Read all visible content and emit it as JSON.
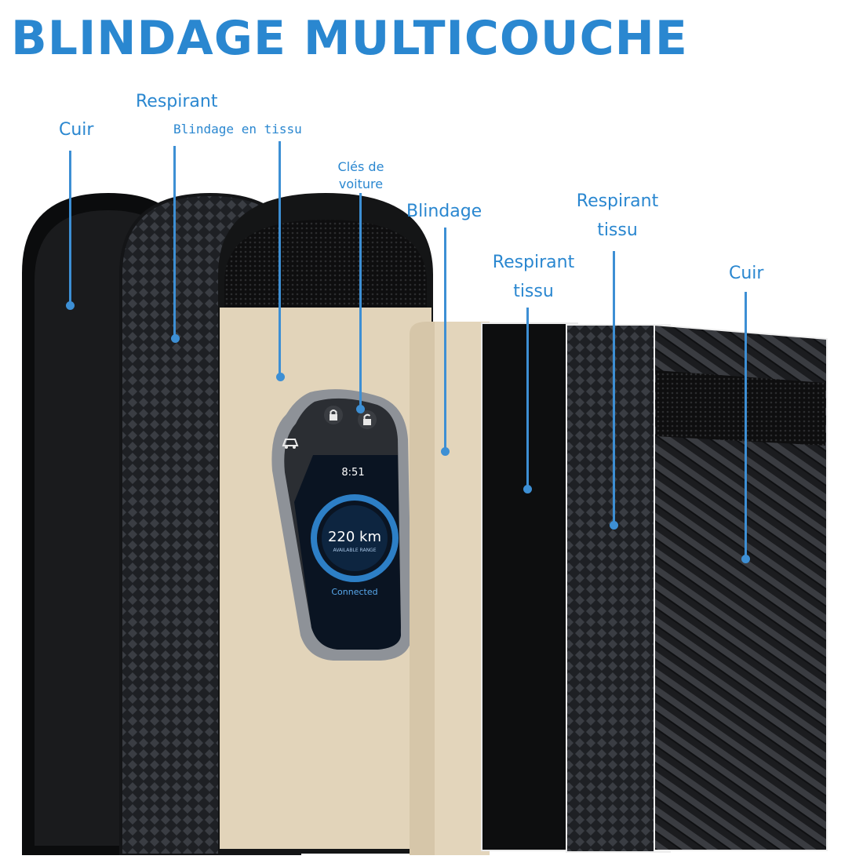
{
  "title": "BLINDAGE MULTICOUCHE",
  "labels": {
    "cuir_1": "Cuir",
    "respirant_1": "Respirant",
    "blindage_tissu": "Blindage en tissu",
    "cles_line1": "Clés de",
    "cles_line2": "voiture",
    "blindage": "Blindage",
    "respirant_tissu_1_line1": "Respirant",
    "respirant_tissu_1_line2": "tissu",
    "respirant_tissu_2_line1": "Respirant",
    "respirant_tissu_2_line2": "tissu",
    "cuir_2": "Cuir"
  },
  "key_fob": {
    "time": "8:51",
    "range": "220 km",
    "range_caption": "AVAILABLE RANGE",
    "status": "Connected"
  },
  "icons": [
    "lock-icon",
    "unlock-icon",
    "car-trunk-icon"
  ],
  "colors": {
    "accent": "#2a87d0",
    "leader": "#3d8fd4",
    "leather": "#101112",
    "mesh": "#26282c",
    "fabric": "#e6d8bf",
    "carbon": "#2a2c30"
  }
}
